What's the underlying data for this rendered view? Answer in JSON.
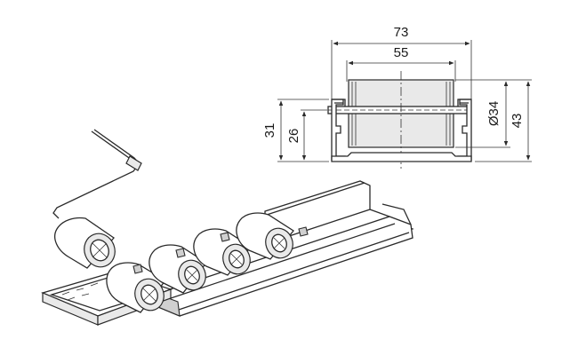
{
  "dimensions": {
    "overall_width": "73",
    "inner_width": "55",
    "roller_diameter": "Ø34",
    "overall_height": "43",
    "profile_height": "31",
    "inner_height": "26"
  },
  "colors": {
    "line": "#2a2a2a",
    "light_fill": "#e9e9e9",
    "mid_fill": "#d0d0d0",
    "background": "#ffffff"
  }
}
